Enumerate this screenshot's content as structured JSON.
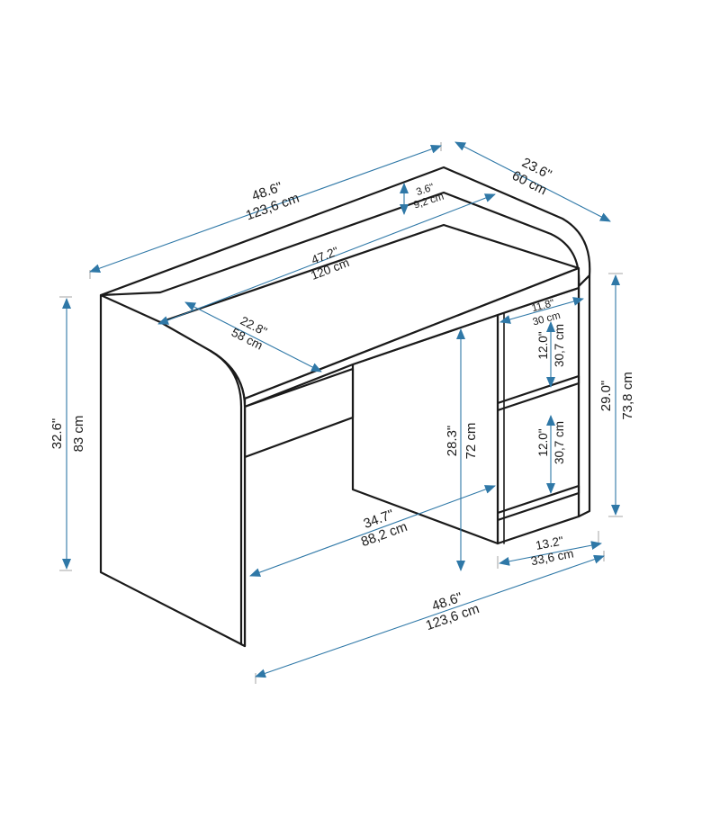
{
  "diagram": {
    "dimensions": [
      {
        "id": "top-width",
        "imperial": "48.6\"",
        "metric": "123,6 cm"
      },
      {
        "id": "top-depth",
        "imperial": "23.6\"",
        "metric": "60 cm"
      },
      {
        "id": "rail-height",
        "imperial": "3.6\"",
        "metric": "9,2 cm"
      },
      {
        "id": "inner-width",
        "imperial": "47.2\"",
        "metric": "120 cm"
      },
      {
        "id": "inner-depth",
        "imperial": "22.8\"",
        "metric": "58 cm"
      },
      {
        "id": "total-height",
        "imperial": "32.6\"",
        "metric": "83 cm"
      },
      {
        "id": "desk-height",
        "imperial": "29.0\"",
        "metric": "73,8 cm"
      },
      {
        "id": "shelf-depth",
        "imperial": "11.8\"",
        "metric": "30 cm"
      },
      {
        "id": "shelf-gap-upper",
        "imperial": "12.0\"",
        "metric": "30,7 cm"
      },
      {
        "id": "shelf-gap-lower",
        "imperial": "12.0\"",
        "metric": "30,7 cm"
      },
      {
        "id": "knee-height",
        "imperial": "28.3\"",
        "metric": "72 cm"
      },
      {
        "id": "knee-width",
        "imperial": "34.7\"",
        "metric": "88,2 cm"
      },
      {
        "id": "shelf-width",
        "imperial": "13.2\"",
        "metric": "33,6 cm"
      },
      {
        "id": "bottom-width",
        "imperial": "48.6\"",
        "metric": "123,6 cm"
      }
    ]
  }
}
